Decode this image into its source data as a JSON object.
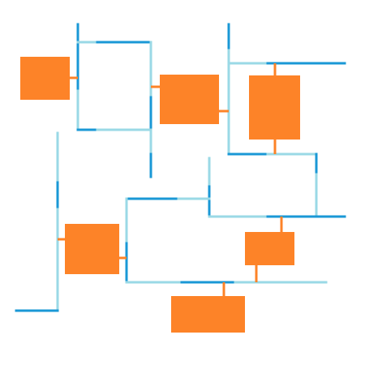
{
  "diagram": {
    "style": {
      "background": "#ffffff",
      "wire_light": "#9ad9e6",
      "wire_dark": "#1a98d6",
      "component_fill": "#fd8328",
      "connector": "#fd8328"
    },
    "components": [
      {
        "id": "component-1"
      },
      {
        "id": "component-2"
      },
      {
        "id": "component-3"
      },
      {
        "id": "component-4"
      },
      {
        "id": "component-5"
      },
      {
        "id": "component-6"
      },
      {
        "id": "component-7"
      }
    ]
  }
}
